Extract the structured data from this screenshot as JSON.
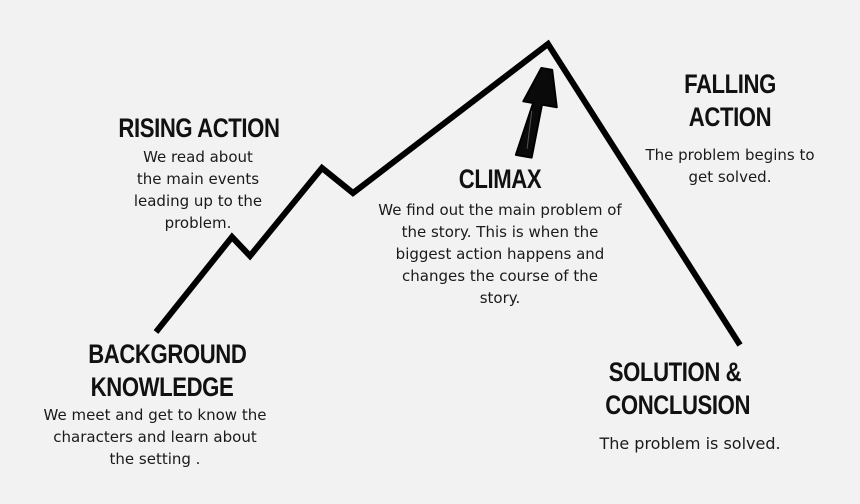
{
  "stages": {
    "rising_action": {
      "title": "RISING ACTION",
      "lines": [
        "We read about",
        "the main events",
        "leading up to the",
        "problem."
      ]
    },
    "climax": {
      "title": "CLIMAX",
      "lines": [
        "We find out the main problem of",
        "the story.  This is when the",
        "biggest action happens and",
        "changes the course of the",
        "story."
      ]
    },
    "falling_action": {
      "title_lines": [
        "FALLING",
        "ACTION"
      ],
      "lines": [
        "The problem begins to",
        "get solved."
      ]
    },
    "background_knowledge": {
      "title_lines": [
        "BACKGROUND",
        "KNOWLEDGE"
      ],
      "lines": [
        "We meet and get to know the",
        "characters and learn about",
        "the setting ."
      ]
    },
    "solution_conclusion": {
      "title_lines": [
        "SOLUTION &",
        "CONCLUSION"
      ],
      "lines": [
        "The problem is solved."
      ]
    }
  },
  "icons": {
    "peak_arrow": "up-arrow-icon"
  },
  "colors": {
    "background": "#f2f2f2",
    "line": "#000000",
    "text": "#111111"
  }
}
